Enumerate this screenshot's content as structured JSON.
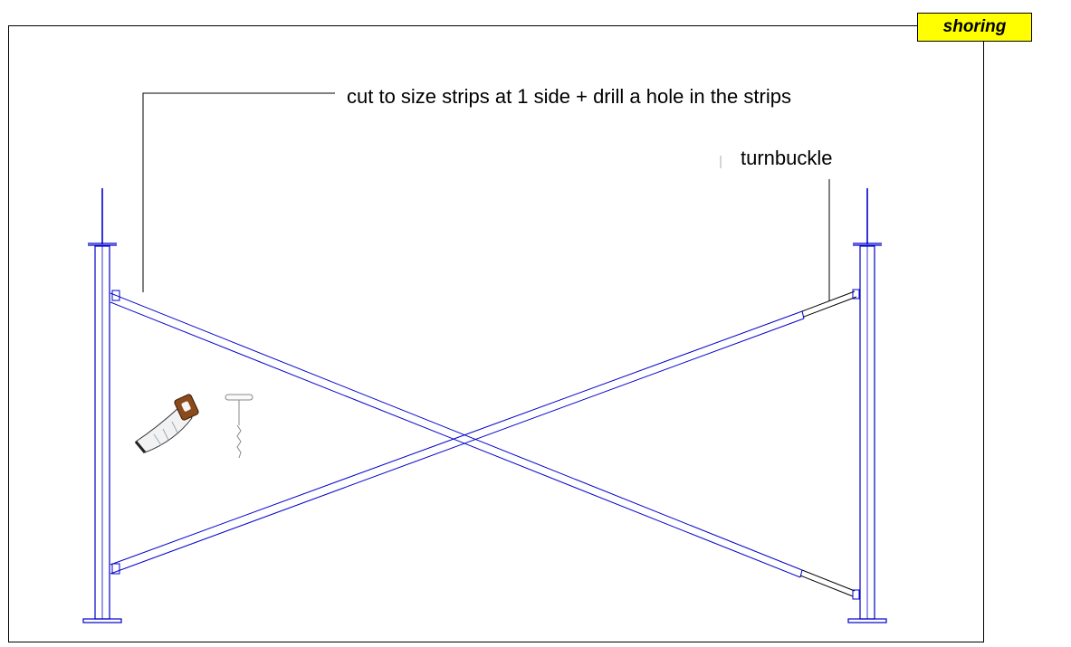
{
  "title_tag": "shoring",
  "annotations": {
    "cut_strips": "cut to size strips at 1 side + drill a hole in the strips",
    "turnbuckle": "turnbuckle"
  },
  "colors": {
    "structure": "#0000cc",
    "tag_background": "#ffff00",
    "leader": "#000000"
  },
  "icons": [
    "saw-icon",
    "drill-bit-icon"
  ]
}
